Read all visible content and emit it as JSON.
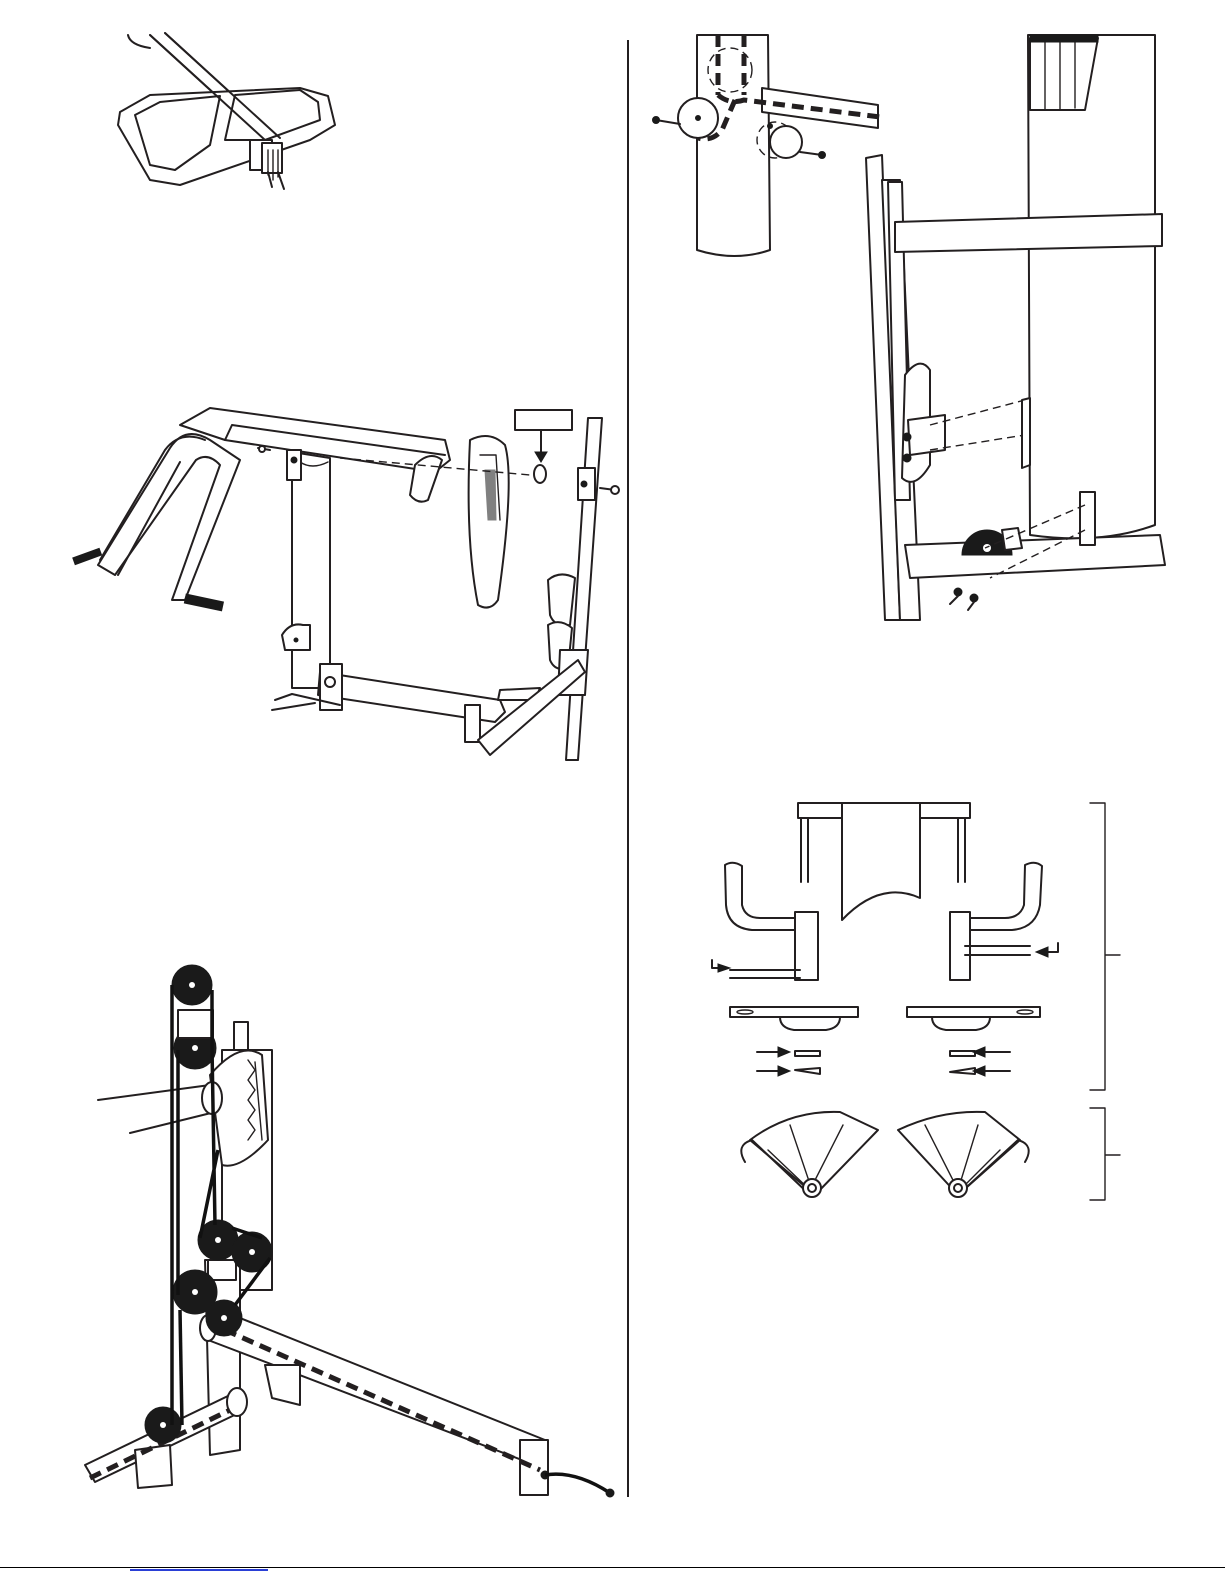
{
  "document": {
    "type": "assembly-instruction-page",
    "figures": [
      {
        "id": "handlebar-bracket-detail",
        "region": "top-left"
      },
      {
        "id": "press-arm-assembly",
        "region": "middle-left"
      },
      {
        "id": "cable-pulley-routing",
        "region": "bottom-left"
      },
      {
        "id": "upright-cable-routing",
        "region": "top-right"
      },
      {
        "id": "leg-extension-mount",
        "region": "top-right"
      },
      {
        "id": "arm-and-cam-parts",
        "region": "bottom-right"
      }
    ],
    "callout_box_label": "",
    "footer_link_text": ""
  },
  "colors": {
    "line": "#231f20",
    "fill_dark": "#1a1a1a",
    "background": "#ffffff",
    "footer_link": "#2a3fd6"
  }
}
